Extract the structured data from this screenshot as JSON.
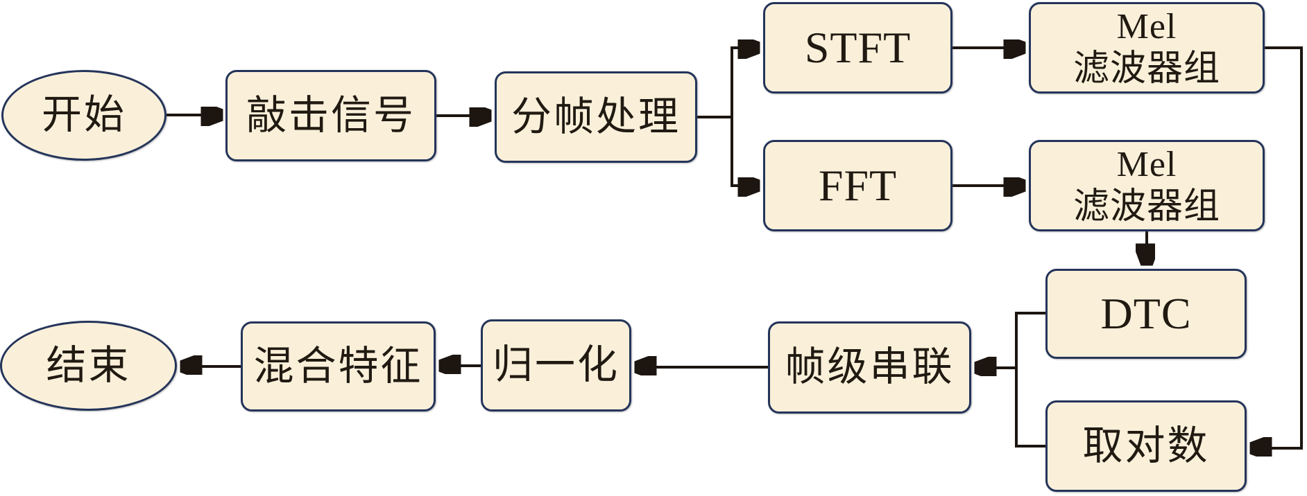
{
  "page": {
    "background": "#ffffff"
  },
  "diagram": {
    "type": "flowchart",
    "colors": {
      "node_fill": "#faf0da",
      "node_border": "#24345a",
      "connector": "#1c1510",
      "text": "#201a12"
    },
    "nodes": {
      "start": {
        "label": "开始",
        "shape": "ellipse"
      },
      "knock_signal": {
        "label": "敲击信号",
        "shape": "rounded-rect"
      },
      "framing": {
        "label": "分帧处理",
        "shape": "rounded-rect"
      },
      "stft": {
        "label": "STFT",
        "shape": "rounded-rect"
      },
      "fft": {
        "label": "FFT",
        "shape": "rounded-rect"
      },
      "mel_filterbank_stft": {
        "label": "Mel\n滤波器组",
        "shape": "rounded-rect"
      },
      "mel_filterbank_fft": {
        "label": "Mel\n滤波器组",
        "shape": "rounded-rect"
      },
      "dtc": {
        "label": "DTC",
        "shape": "rounded-rect"
      },
      "take_log": {
        "label": "取对数",
        "shape": "rounded-rect"
      },
      "frame_concat": {
        "label": "帧级串联",
        "shape": "rounded-rect"
      },
      "normalize": {
        "label": "归一化",
        "shape": "rounded-rect"
      },
      "mixed_feature": {
        "label": "混合特征",
        "shape": "rounded-rect"
      },
      "end": {
        "label": "结束",
        "shape": "ellipse"
      }
    },
    "edges": [
      {
        "from": "start",
        "to": "knock_signal"
      },
      {
        "from": "knock_signal",
        "to": "framing"
      },
      {
        "from": "framing",
        "to": "stft"
      },
      {
        "from": "framing",
        "to": "fft"
      },
      {
        "from": "stft",
        "to": "mel_filterbank_stft"
      },
      {
        "from": "fft",
        "to": "mel_filterbank_fft"
      },
      {
        "from": "mel_filterbank_stft",
        "to": "take_log"
      },
      {
        "from": "mel_filterbank_fft",
        "to": "dtc"
      },
      {
        "from": "dtc",
        "to": "frame_concat"
      },
      {
        "from": "take_log",
        "to": "frame_concat"
      },
      {
        "from": "frame_concat",
        "to": "normalize"
      },
      {
        "from": "normalize",
        "to": "mixed_feature"
      },
      {
        "from": "mixed_feature",
        "to": "end"
      }
    ]
  }
}
